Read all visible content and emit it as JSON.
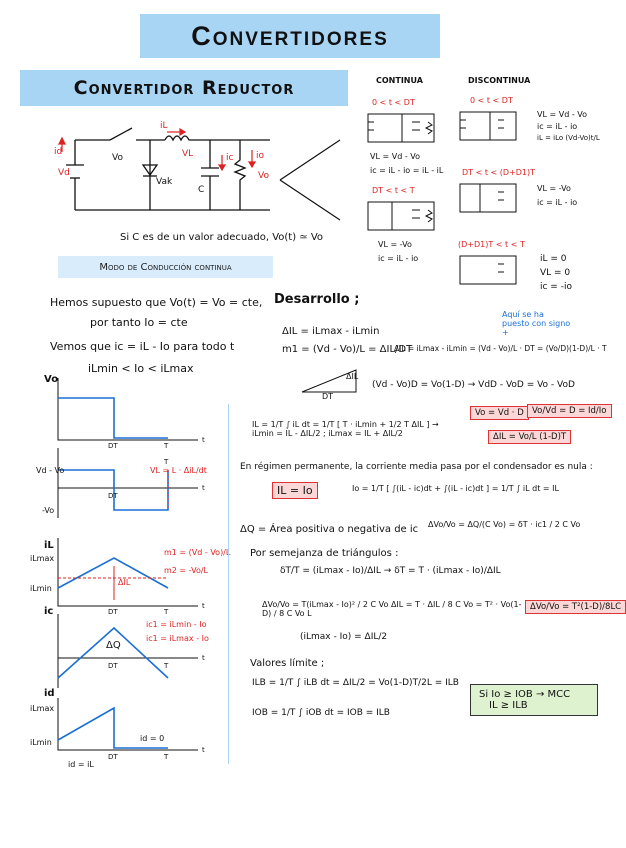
{
  "header": {
    "title": "Convertidores",
    "subtitle": "Convertidor Reductor",
    "mode_label": "Modo de Conducción continua"
  },
  "circuit": {
    "labels": {
      "id": "id",
      "vo": "Vo",
      "vd": "Vd",
      "il": "iL",
      "vl": "VL",
      "vak": "Vak",
      "ic": "ic",
      "io": "io",
      "c": "C"
    },
    "note": "Si C es de un valor adecuado, Vo(t) ≃ Vo"
  },
  "states": {
    "col_continua": "CONTINUA",
    "col_discontinua": "DISCONTINUA",
    "c1_range": "0 < t < DT",
    "c1_eq1": "VL = Vd - Vo",
    "c1_eq2": "ic = iL - io = iL - iL",
    "c2_range": "DT < t < T",
    "c2_eq1": "VL = -Vo",
    "c2_eq2": "ic = iL - io",
    "d1_range": "0 < t < DT",
    "d1_eq1": "VL = Vd - Vo",
    "d1_eq2": "ic = iL - io",
    "d1_eq3": "iL = iLo (Vd-Vo)t/L",
    "d2_range": "DT < t < (D+D1)T",
    "d2_eq1": "VL = -Vo",
    "d2_eq2": "ic = iL - io",
    "d3_range": "(D+D1)T < t < T",
    "d3_eq1": "iL = 0",
    "d3_eq2": "VL = 0",
    "d3_eq3": "ic = -io"
  },
  "assumptions": {
    "line1": "Hemos supuesto que Vo(t) = Vo = cte,",
    "line2": "por tanto  Io = cte",
    "line3": "Vemos que  ic = iL - Io  para todo t",
    "line4": "iLmin < Io < iLmax"
  },
  "graphs": {
    "g1_label": "Vo",
    "g2_label_top": "Vd - Vo",
    "g2_label_bot": "-Vo",
    "g2_note": "VL = L · ΔiL/dt",
    "g3_label": "iL",
    "g3_max": "iLmax",
    "g3_min": "iLmin",
    "g3_m1": "m1 = (Vd - Vo)/L",
    "g3_m2": "m2 = -Vo/L",
    "g3_delta": "ΔIL",
    "g4_label": "ic",
    "g4_dq": "ΔQ",
    "g4_n1": "ic1 = iLmin - Io",
    "g4_n2": "ic1 = iLmax - Io",
    "g5_label": "id",
    "g5_max": "iLmax",
    "g5_min": "iLmin",
    "g5_zero": "id = 0",
    "g5_start": "id = iL",
    "tick_dt": "DT",
    "tick_t": "T",
    "axis_t": "t"
  },
  "development": {
    "title": "Desarrollo ;",
    "eq_delta": "ΔIL = iLmax - iLmin",
    "eq_m1": "m1 = (Vd - Vo)/L = ΔIL/DT",
    "eq_deltaIL": "ΔIL = iLmax - iLmin = (Vd - Vo)/L · DT = (Vo/D)(1-D)/L · T",
    "note_blue": "Aquí se ha puesto con signo +",
    "tri_label": "ΔIL",
    "tri_base": "DT",
    "eq_chain": "(Vd - Vo)D = Vo(1-D) → VdD - VoD = Vo - VoD",
    "box_vo": "Vo = Vd · D",
    "box_ratio": "Vo/Vd = D = Id/Io",
    "eq_il_integral": "IL = 1/T ∫ iL dt = 1/T [ T · iLmin + 1/2 T ΔIL ] → iLmin = IL - ΔIL/2 ; iLmax = IL + ΔIL/2",
    "box_dil": "ΔIL = Vo/L (1-D)T",
    "steady_text": "En régimen permanente, la corriente media pasa por el condensador es nula :",
    "box_il_io": "IL = Io",
    "eq_io": "Io = 1/T [ ∫(iL - ic)dt + ∫(iL - ic)dt ] = 1/T ∫ iL dt = IL",
    "dq_text": "ΔQ = Área positiva o negativa de ic",
    "dq_box": "ΔVo/Vo = ΔQ/(C Vo) = δT · ic1 / 2 C Vo",
    "sim_text": "Por semejanza de triángulos :",
    "sim_eq": "δT/T = (iLmax - Io)/ΔIL → δT = T · (iLmax - Io)/ΔIL",
    "ripple_eq": "ΔVo/Vo = T(iLmax - Io)² / 2 C Vo ΔIL = T · ΔIL / 8 C Vo = T² · Vo(1-D) / 8 C Vo L",
    "box_ripple": "ΔVo/Vo = T²(1-D)/8LC",
    "eq_half": "(iLmax - Io) = ΔIL/2",
    "limit_title": "Valores límite ;",
    "eq_ilb": "ILB = 1/T ∫ iLB dt = ΔIL/2 = Vo(1-D)T/2L = ILB",
    "eq_iob": "IOB = 1/T ∫ iOB dt = IOB = ILB",
    "green_line1": "Si  Io ≥ IOB → MCC",
    "green_line2": "IL ≥ ILB"
  },
  "colors": {
    "title_bg": "#a9d5f5",
    "mode_bg": "#d8ecfb",
    "red": "#dd2222",
    "blue": "#1a6fd6",
    "box_red_bg": "#fbd7d7",
    "box_green_bg": "#dff2cf"
  }
}
